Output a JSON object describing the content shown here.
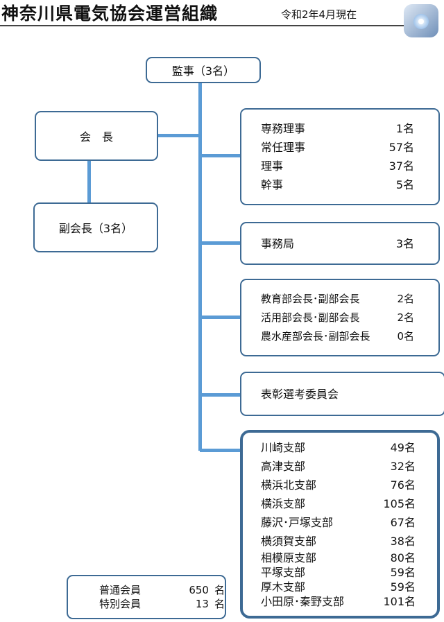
{
  "header": {
    "title": "神奈川県電気協会運営組織",
    "date": "令和2年4月現在",
    "icon": "globe-corner-icon"
  },
  "colors": {
    "connector": "#5b9bd5",
    "box_border": "#3d6a94"
  },
  "auditor": "監事（3名）",
  "president": "会　長",
  "vice_president": "副会長（3名）",
  "board": [
    {
      "name": "専務理事",
      "count": "1名"
    },
    {
      "name": "常任理事",
      "count": "57名"
    },
    {
      "name": "理事",
      "count": "37名"
    },
    {
      "name": "幹事",
      "count": "5名"
    }
  ],
  "secretariat": [
    {
      "name": "事務局",
      "count": "3名"
    }
  ],
  "departments": [
    {
      "name": "教育部会長･副部会長",
      "count": "2名"
    },
    {
      "name": "活用部会長･副部会長",
      "count": "2名"
    },
    {
      "name": "農水産部会長･副部会長",
      "count": "0名"
    }
  ],
  "award_committee": "表彰選考委員会",
  "branches": [
    {
      "name": "川崎支部",
      "count": "49名"
    },
    {
      "name": "高津支部",
      "count": "32名"
    },
    {
      "name": "横浜北支部",
      "count": "76名"
    },
    {
      "name": "横浜支部",
      "count": "105名"
    },
    {
      "name": "藤沢･戸塚支部",
      "count": "67名"
    },
    {
      "name": "横須賀支部",
      "count": "38名"
    },
    {
      "name": "相模原支部",
      "count": "80名"
    },
    {
      "name": "平塚支部",
      "count": "59名"
    },
    {
      "name": "厚木支部",
      "count": "59名"
    },
    {
      "name": "小田原･秦野支部",
      "count": "101名"
    }
  ],
  "members": [
    {
      "label": "普通会員",
      "count": "650",
      "unit": "名"
    },
    {
      "label": "特別会員",
      "count": "13",
      "unit": "名"
    }
  ]
}
